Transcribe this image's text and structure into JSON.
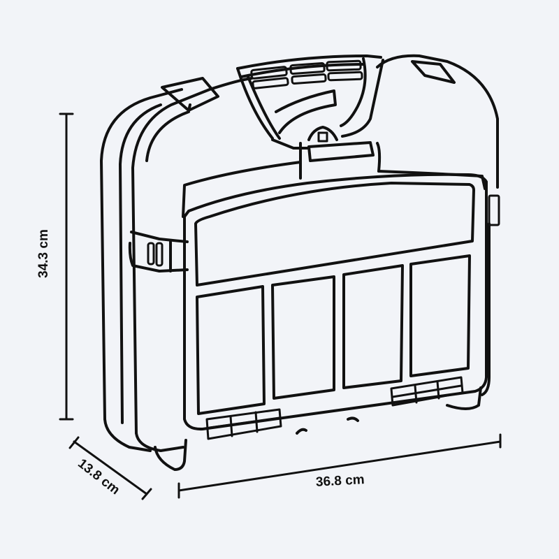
{
  "diagram": {
    "subject": "Tool case with front organizer compartments",
    "background_color": "#f2f4f8",
    "line_color": "#111111",
    "dimensions": {
      "height": {
        "label": "34.3 cm",
        "value": 34.3,
        "unit": "cm"
      },
      "width": {
        "label": "36.8 cm",
        "value": 36.8,
        "unit": "cm"
      },
      "depth": {
        "label": "13.8 cm",
        "value": 13.8,
        "unit": "cm"
      }
    },
    "parts": {
      "handle": "carry-handle",
      "latches": [
        "top-left-latch",
        "top-right-latch",
        "side-latch-left",
        "side-latch-right"
      ],
      "lid_lock": "center-lock-tab",
      "organizer": {
        "top_compartment_count": 1,
        "small_compartment_count": 4
      }
    }
  }
}
